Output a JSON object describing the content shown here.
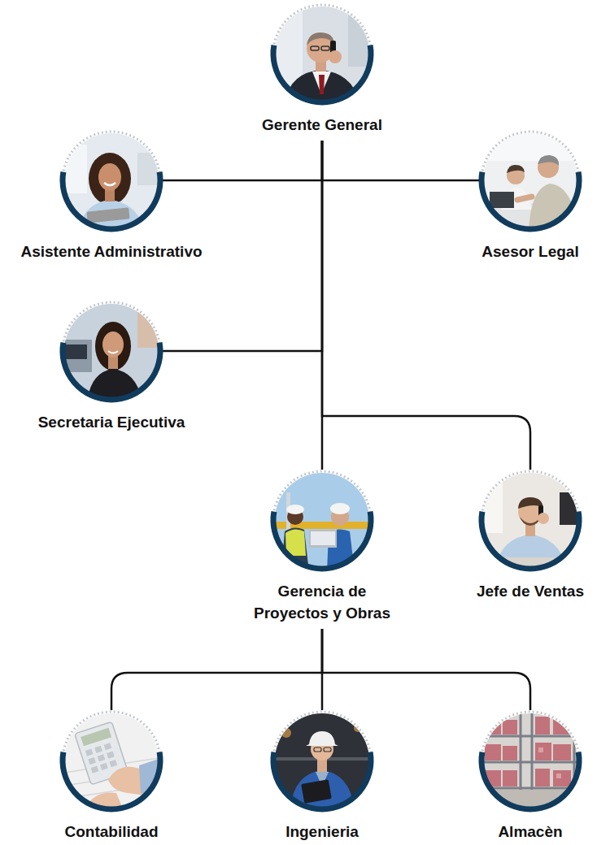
{
  "diagram": {
    "nodes": [
      {
        "text": [
          "Gerente General"
        ]
      },
      {
        "text": [
          "Asistente Administrativo"
        ]
      },
      {
        "text": [
          "Asesor Legal"
        ]
      },
      {
        "text": [
          "Secretaria Ejecutiva"
        ]
      },
      {
        "text": [
          "Gerencia de Proyectos y Obras"
        ]
      },
      {
        "text": [
          "Jefe de Ventas"
        ]
      },
      {
        "text": [
          "Contabilidad"
        ]
      },
      {
        "text": [
          "Ingenieria"
        ]
      },
      {
        "text": [
          "Almacèn"
        ]
      }
    ],
    "edges": [
      {
        "from": 0,
        "to": 1,
        "arrow": "none"
      },
      {
        "from": 0,
        "to": 2,
        "arrow": "none"
      },
      {
        "from": 0,
        "to": 3,
        "arrow": "none"
      },
      {
        "from": 0,
        "to": 4,
        "arrow": "none"
      },
      {
        "from": 0,
        "to": 5,
        "arrow": "none"
      },
      {
        "from": 4,
        "to": 6,
        "arrow": "none"
      },
      {
        "from": 4,
        "to": 7,
        "arrow": "none"
      },
      {
        "from": 4,
        "to": 8,
        "arrow": "none"
      }
    ]
  }
}
